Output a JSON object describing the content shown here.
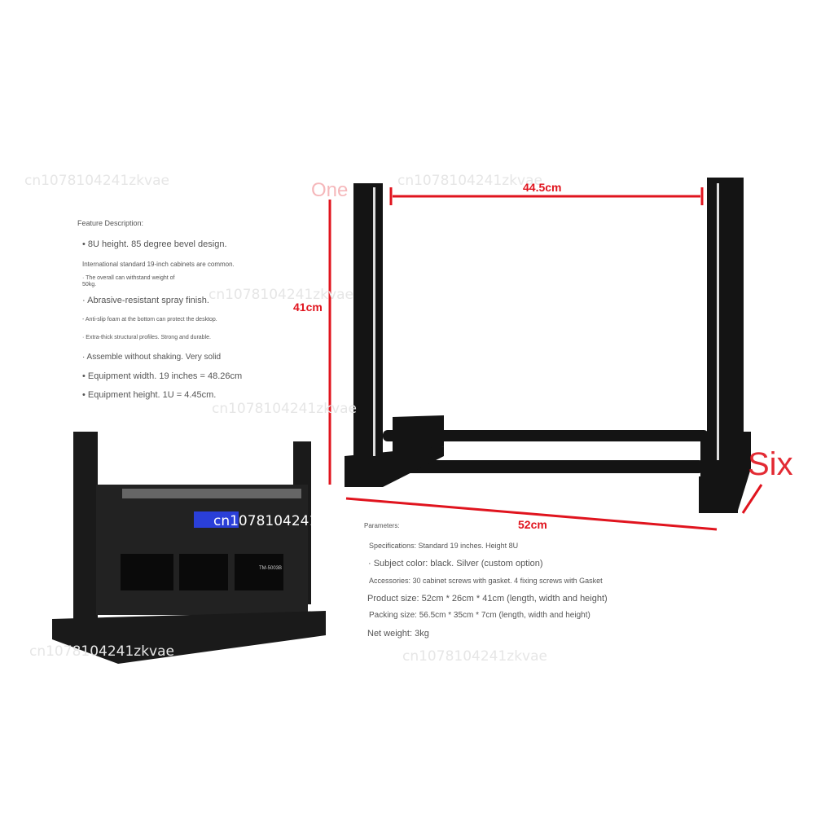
{
  "watermark": "cn1078104241zkvae",
  "feature": {
    "title": "Feature Description:",
    "items": [
      "• 8U height. 85 degree bevel design.",
      "International standard 19-inch cabinets are common.",
      "· The overall can withstand weight of",
      "50kg.",
      "· Abrasive-resistant spray finish.",
      "- Anti-slip foam at the bottom can protect the desktop.",
      "· Extra-thick structural profiles. Strong and durable.",
      "· Assemble without shaking. Very solid",
      "• Equipment width. 19 inches = 48.26cm",
      "• Equipment height. 1U = 4.45cm."
    ]
  },
  "parameters": {
    "title": "Parameters:",
    "items": [
      "Specifications: Standard 19 inches. Height 8U",
      "· Subject color: black. Silver (custom option)",
      "Accessories: 30 cabinet screws with gasket. 4 fixing screws with Gasket",
      "Product size: 52cm * 26cm * 41cm (length, width and height)",
      "Packing size: 56.5cm * 35cm * 7cm (length, width and height)",
      "Net weight: 3kg"
    ]
  },
  "dimensions": {
    "width": "44.5cm",
    "height": "41cm",
    "length": "52cm",
    "label_one": "One",
    "label_six": "Six"
  },
  "product_photo": {
    "model": "TM-5003B"
  },
  "colors": {
    "dimension_red": "#e0141e",
    "rack_black": "#111111"
  }
}
